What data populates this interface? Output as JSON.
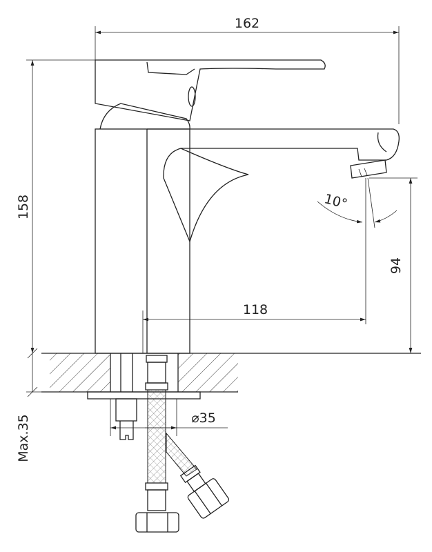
{
  "drawing": {
    "dimensions": {
      "overall_width": "162",
      "overall_height": "158",
      "spout_angle": "10°",
      "spout_height": "94",
      "spout_reach": "118",
      "hole_diameter": "⌀35",
      "max_counter_thickness": "Max.35"
    },
    "line_color": "#222222"
  }
}
